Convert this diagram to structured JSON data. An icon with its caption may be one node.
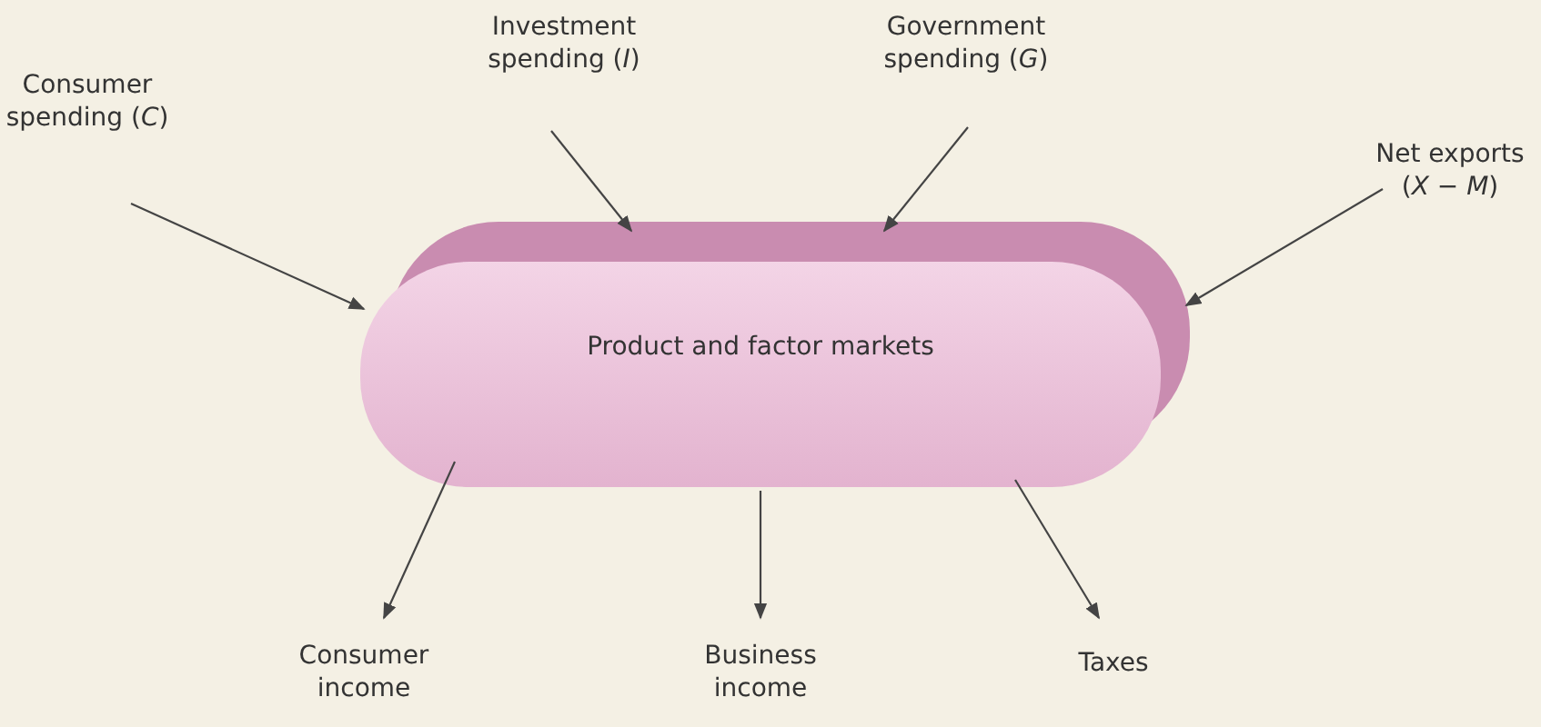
{
  "diagram": {
    "nodes": [
      {
        "text": [
          "Consumer spending (*C*)"
        ]
      },
      {
        "text": [
          "Investment spending (*I*)"
        ]
      },
      {
        "text": [
          "Government spending (*G*)"
        ]
      },
      {
        "text": [
          "Net exports (*X* − *M*)"
        ]
      },
      {
        "text": [
          "Product and factor markets"
        ]
      },
      {
        "text": [
          "Consumer income"
        ]
      },
      {
        "text": [
          "Business income"
        ]
      },
      {
        "text": [
          "Taxes"
        ]
      }
    ],
    "edges": [
      {
        "from": 0,
        "to": 4,
        "arrow": "to"
      },
      {
        "from": 1,
        "to": 4,
        "arrow": "to"
      },
      {
        "from": 2,
        "to": 4,
        "arrow": "to"
      },
      {
        "from": 3,
        "to": 4,
        "arrow": "to"
      },
      {
        "from": 4,
        "to": 5,
        "arrow": "to"
      },
      {
        "from": 4,
        "to": 6,
        "arrow": "to"
      },
      {
        "from": 4,
        "to": 7,
        "arrow": "to"
      }
    ]
  }
}
